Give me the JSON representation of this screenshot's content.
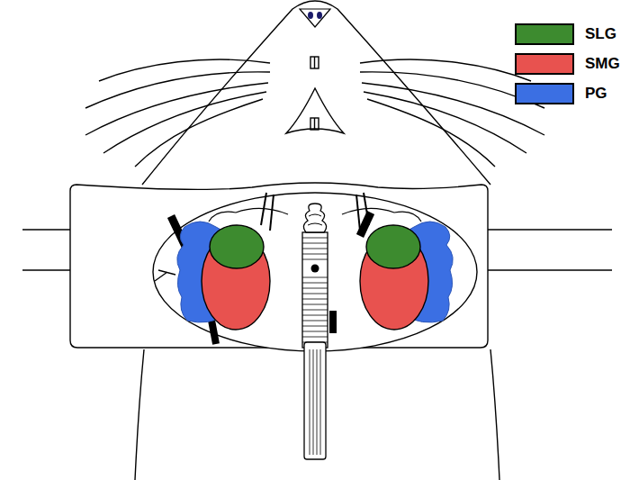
{
  "diagram": {
    "legend": [
      {
        "text": "SLG",
        "color": "#3d8b2f"
      },
      {
        "text": "SMG",
        "color": "#e8524f"
      },
      {
        "text": "PG",
        "color": "#3b6fe3"
      }
    ]
  }
}
